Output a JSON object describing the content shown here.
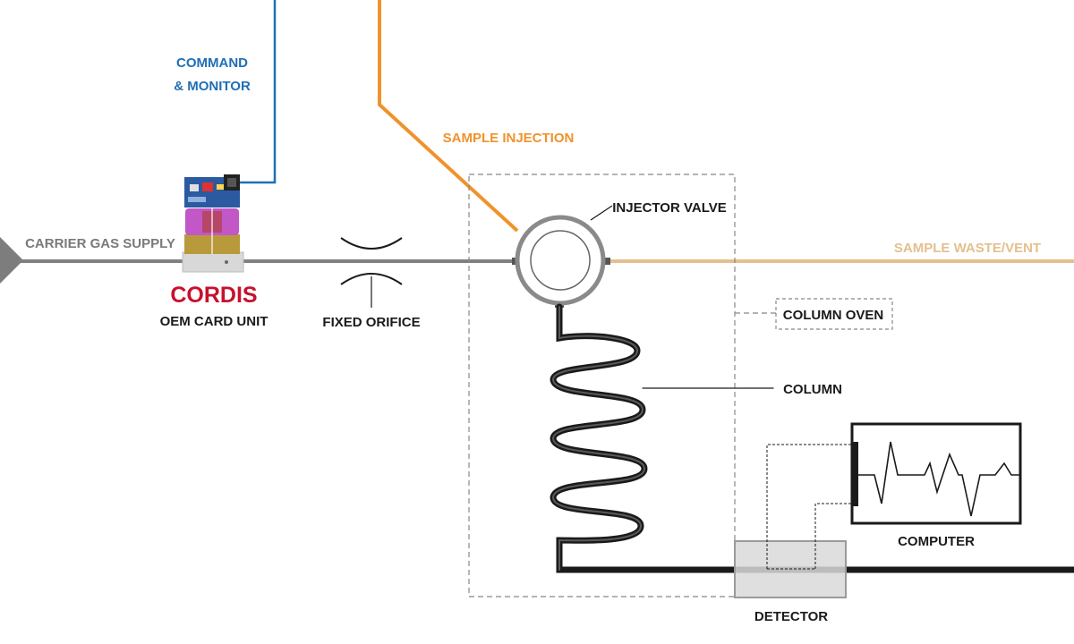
{
  "labels": {
    "command_monitor_line1": "COMMAND",
    "command_monitor_line2": "& MONITOR",
    "sample_injection": "SAMPLE INJECTION",
    "carrier_gas_supply": "CARRIER GAS SUPPLY",
    "brand": "CORDIS",
    "oem_card_unit": "OEM CARD UNIT",
    "fixed_orifice": "FIXED ORIFICE",
    "injector_valve": "INJECTOR VALVE",
    "sample_waste_vent": "SAMPLE WASTE/VENT",
    "column_oven": "COLUMN OVEN",
    "column": "COLUMN",
    "computer": "COMPUTER",
    "detector": "DETECTOR"
  },
  "colors": {
    "command_blue": "#1f6fb5",
    "sample_orange": "#f0922b",
    "vent_tan": "#e3c08e",
    "carrier_gray": "#808080",
    "brand_red": "#c8102e",
    "dark": "#1a1a1a"
  },
  "icons": [
    "cordis-oem-card-icon",
    "fixed-orifice-icon",
    "injector-valve-icon",
    "coil-column-icon",
    "detector-block-icon",
    "computer-monitor-icon",
    "supply-arrow-icon"
  ]
}
